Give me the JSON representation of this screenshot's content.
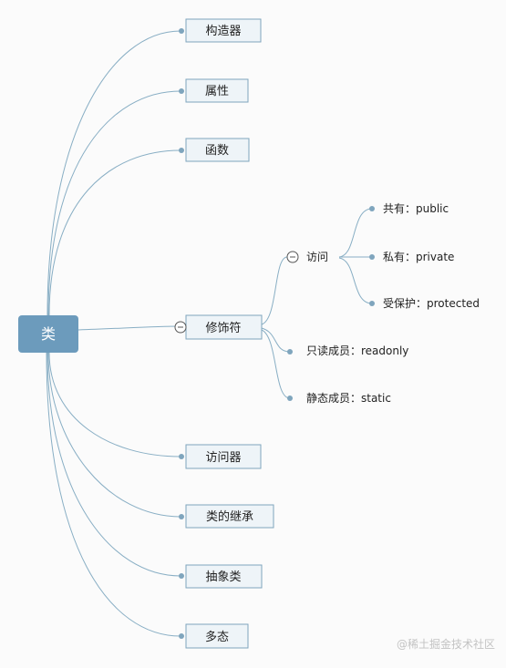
{
  "root": {
    "label": "类"
  },
  "branches": [
    {
      "label": "构造器"
    },
    {
      "label": "属性"
    },
    {
      "label": "函数"
    },
    {
      "label": "修饰符"
    },
    {
      "label": "访问器"
    },
    {
      "label": "类的继承"
    },
    {
      "label": "抽象类"
    },
    {
      "label": "多态"
    }
  ],
  "modifier_children": [
    {
      "label": "访问"
    },
    {
      "label": "只读成员：readonly"
    },
    {
      "label": "静态成员：static"
    }
  ],
  "access_children": [
    {
      "label": "共有：public"
    },
    {
      "label": "私有：private"
    },
    {
      "label": "受保护：protected"
    }
  ],
  "watermark": "@稀土掘金技术社区",
  "colors": {
    "root_fill": "#6c9bbc",
    "node_fill": "#eef4f8",
    "node_border": "#7fa5bd",
    "line": "#88aec4"
  }
}
